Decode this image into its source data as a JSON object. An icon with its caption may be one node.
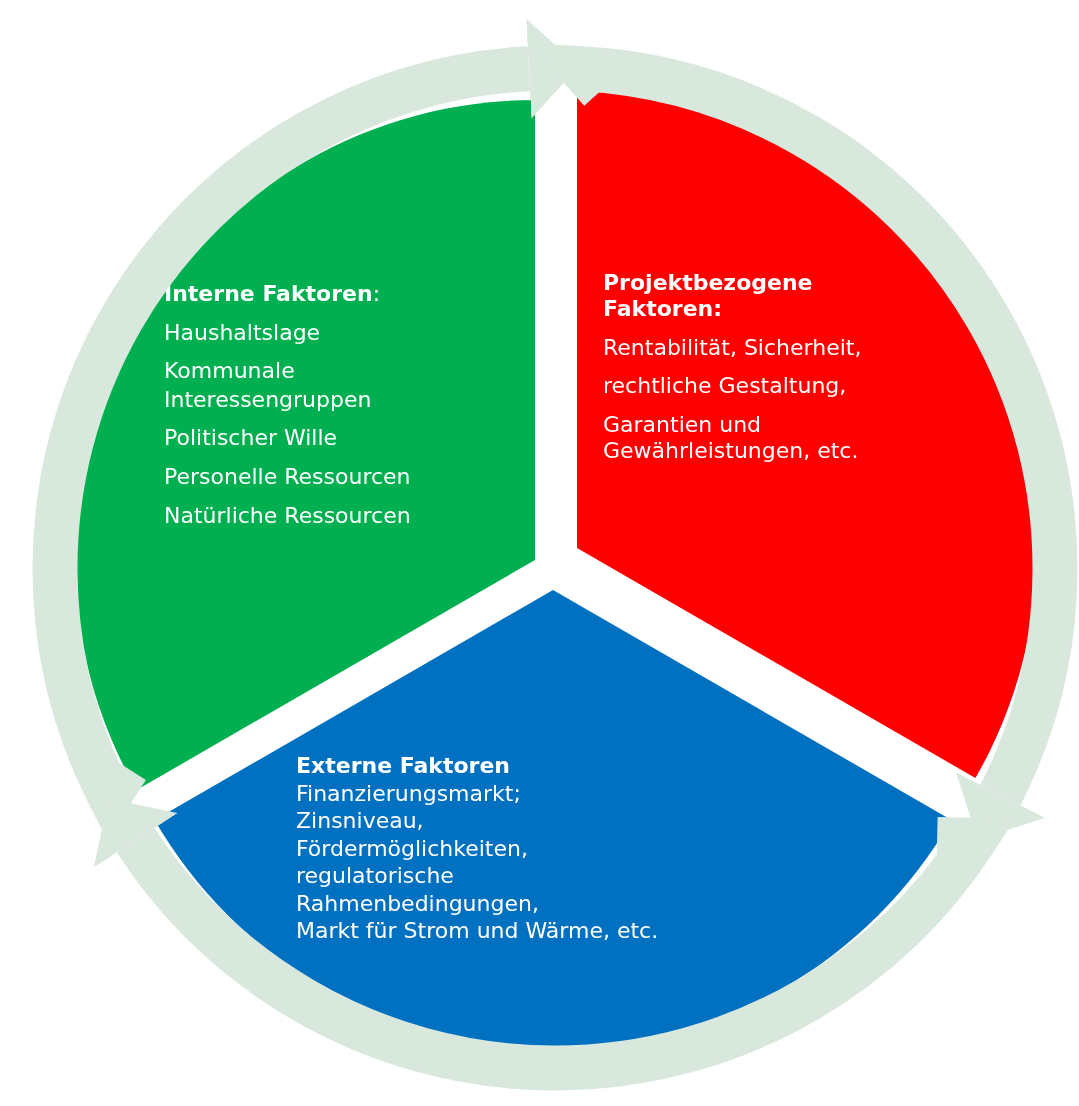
{
  "diagram": {
    "nodes": [
      {
        "text": [
          "**Interne Faktoren**:",
          "Haushaltslage",
          "Kommunale Interessengruppen",
          "Politischer Wille",
          "Personelle Ressourcen",
          "Natürliche Ressourcen"
        ]
      },
      {
        "text": [
          "Projektbezogene Faktoren:",
          "Rentabilität, Sicherheit,",
          "rechtliche Gestaltung,",
          "Garantien und Gewährleistungen, etc."
        ]
      },
      {
        "text": [
          "Externe Faktoren",
          "Finanzierungsmarkt;",
          "Zinsniveau,",
          "Fördermöglichkeiten,",
          "regulatorische Rahmenbedingungen,",
          "Markt für Strom und Wärme, etc."
        ]
      }
    ],
    "edges": [
      {
        "from": 0,
        "to": 1,
        "arrow": "to"
      },
      {
        "from": 1,
        "to": 2,
        "arrow": "to"
      },
      {
        "from": 2,
        "to": 0,
        "arrow": "to"
      }
    ]
  }
}
